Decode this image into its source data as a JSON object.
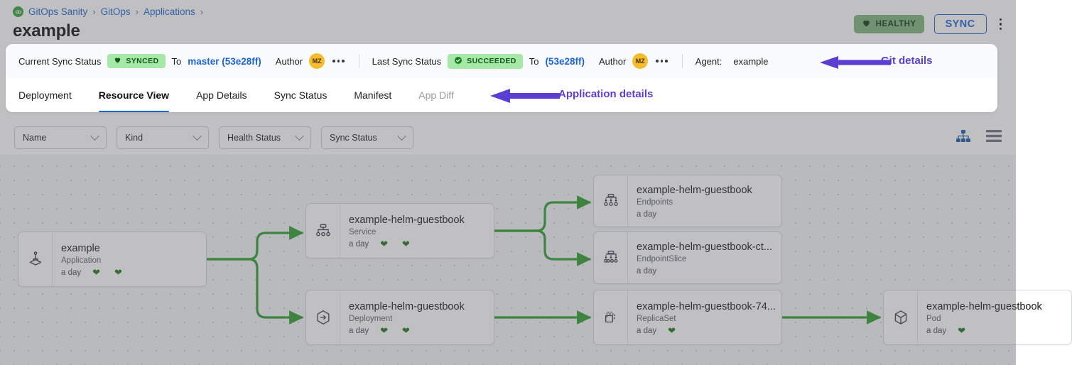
{
  "breadcrumb": {
    "logo_icon": "gitops-logo-icon",
    "items": [
      {
        "label": "GitOps Sanity"
      },
      {
        "label": "GitOps"
      },
      {
        "label": "Applications"
      }
    ],
    "separator": "›"
  },
  "header": {
    "title": "example",
    "health_badge": {
      "label": "HEALTHY",
      "icon": "heart-icon",
      "bg": "#7fb47f",
      "fg": "#123a12"
    },
    "sync_button": {
      "label": "SYNC",
      "color": "#1a64d4"
    },
    "overflow_menu_icon": "kebab-menu-icon"
  },
  "sync_bar": {
    "current": {
      "label": "Current Sync Status",
      "badge": {
        "label": "SYNCED",
        "icon": "heart-icon",
        "bg": "#a5e8a8",
        "fg": "#14561a"
      },
      "to_label": "To",
      "revision": "master (53e28ff)",
      "author_label": "Author",
      "author_initials": "MZ",
      "menu_icon": "ellipsis-icon"
    },
    "last": {
      "label": "Last Sync Status",
      "badge": {
        "label": "SUCCEEDED",
        "icon": "check-circle-icon",
        "bg": "#a5e8a8",
        "fg": "#14561a"
      },
      "to_label": "To",
      "revision": "(53e28ff)",
      "author_label": "Author",
      "author_initials": "MZ",
      "menu_icon": "ellipsis-icon"
    },
    "agent": {
      "label": "Agent:",
      "value": "example"
    }
  },
  "annotations": {
    "accent": "#5b3fd4",
    "git_details": "Git details",
    "application_details": "Application details"
  },
  "tabs": [
    {
      "label": "Deployment",
      "active": false,
      "disabled": false
    },
    {
      "label": "Resource View",
      "active": true,
      "disabled": false
    },
    {
      "label": "App Details",
      "active": false,
      "disabled": false
    },
    {
      "label": "Sync Status",
      "active": false,
      "disabled": false
    },
    {
      "label": "Manifest",
      "active": false,
      "disabled": false
    },
    {
      "label": "App Diff",
      "active": false,
      "disabled": true
    }
  ],
  "toolbar": {
    "filters": [
      {
        "label": "Name",
        "icon": "chevron-down-icon"
      },
      {
        "label": "Kind",
        "icon": "chevron-down-icon"
      },
      {
        "label": "Health Status",
        "icon": "chevron-down-icon"
      },
      {
        "label": "Sync Status",
        "icon": "chevron-down-icon"
      }
    ],
    "views": [
      {
        "icon": "tree-view-icon",
        "active": true,
        "color": "#1a5ba8"
      },
      {
        "icon": "list-view-icon",
        "active": false,
        "color": "#6f7585"
      }
    ]
  },
  "graph": {
    "edge_color": "#2e9e2e",
    "nodes": [
      {
        "id": "app",
        "icon": "application-icon",
        "title": "example",
        "kind": "Application",
        "age": "a day",
        "hearts": 2
      },
      {
        "id": "svc",
        "icon": "service-icon",
        "title": "example-helm-guestbook",
        "kind": "Service",
        "age": "a day",
        "hearts": 2
      },
      {
        "id": "dep",
        "icon": "deployment-icon",
        "title": "example-helm-guestbook",
        "kind": "Deployment",
        "age": "a day",
        "hearts": 2
      },
      {
        "id": "ep",
        "icon": "endpoints-icon",
        "title": "example-helm-guestbook",
        "kind": "Endpoints",
        "age": "a day",
        "hearts": 0
      },
      {
        "id": "eps",
        "icon": "endpointslice-icon",
        "title": "example-helm-guestbook-ct...",
        "kind": "EndpointSlice",
        "age": "a day",
        "hearts": 0
      },
      {
        "id": "rs",
        "icon": "replicaset-icon",
        "title": "example-helm-guestbook-74...",
        "kind": "ReplicaSet",
        "age": "a day",
        "hearts": 1
      },
      {
        "id": "pod",
        "icon": "pod-icon",
        "title": "example-helm-guestbook",
        "kind": "Pod",
        "age": "a day",
        "hearts": 1
      }
    ]
  }
}
